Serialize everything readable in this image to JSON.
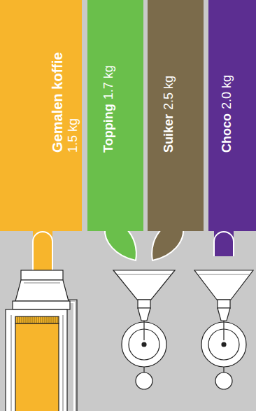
{
  "diagram": {
    "nodes": [
      {
        "text": [
          "Gemalen koffie",
          "1.5 kg"
        ]
      },
      {
        "text": [
          "Topping",
          "1.7 kg"
        ]
      },
      {
        "text": [
          "Suiker",
          "2.5 kg"
        ]
      },
      {
        "text": [
          "Choco",
          "2.0 kg"
        ]
      }
    ]
  }
}
